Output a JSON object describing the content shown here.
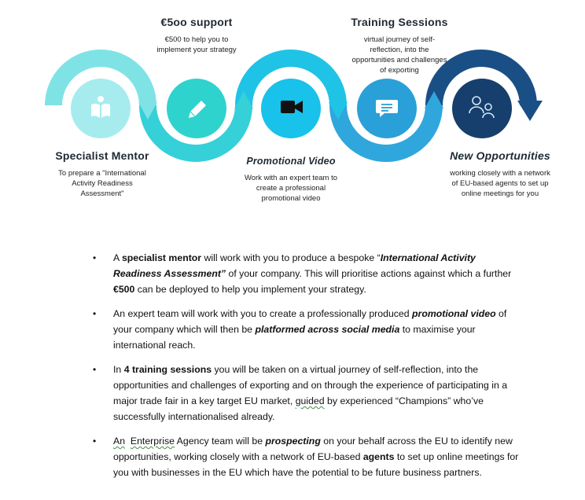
{
  "colors": {
    "c1": "#7fe3e6",
    "c2": "#35d0d8",
    "c3": "#1fc3e6",
    "c4": "#2fa7dc",
    "c5": "#1a4f86"
  },
  "steps": [
    {
      "title": "Specialist Mentor",
      "desc": [
        "To prepare a \"International",
        "Activity Readiness",
        "Assessment\""
      ],
      "icon": "book-icon"
    },
    {
      "title": "€5oo support",
      "desc": [
        "€500 to help you to",
        "implement your strategy"
      ],
      "icon": "pencil-icon"
    },
    {
      "title": "Promotional Video",
      "desc": [
        "Work with an expert team to",
        "create a professional",
        "promotional video"
      ],
      "icon": "video-camera-icon"
    },
    {
      "title": "Training Sessions",
      "desc": [
        "virtual journey of self-",
        "reflection, into the",
        "opportunities and challenges",
        "of exporting"
      ],
      "icon": "chat-icon"
    },
    {
      "title": "New Opportunities",
      "desc": [
        "working closely with a network",
        "of EU-based agents to set up",
        "online meetings for you"
      ],
      "icon": "people-icon"
    }
  ],
  "bullets": {
    "b1": {
      "t1": "A ",
      "t2": "specialist mentor",
      "t3": " will work with you to produce a bespoke “",
      "t4": "International Activity Readiness Assessment”",
      "t5": " of your company. This will prioritise actions against which a further ",
      "t6": "€500",
      "t7": "  can be deployed to help you implement your strategy."
    },
    "b2": {
      "t1": "An expert team will work with you to create a  professionally produced ",
      "t2": "promotional video",
      "t3": " of your company which will then be ",
      "t4": "platformed across social media",
      "t5": " to maximise your international reach."
    },
    "b3": {
      "t1": "In ",
      "t2": "4 training sessions",
      "t3": " you will be taken on a virtual journey of self-reflection, into the opportunities and challenges of exporting and on through the experience of participating in a major trade fair in a key target EU market, ",
      "t4": "guided",
      "t5": "  by experienced “Champions” who’ve successfully internationalised  already."
    },
    "b4": {
      "t1": "An",
      "t2": "Enterprise",
      "t3": " Agency team will be ",
      "t4": "prospecting",
      "t5": " on your behalf across the EU to identify new opportunities, working closely with a  network of EU-based ",
      "t6": "agents",
      "t7": " to set up online meetings for you with businesses in the EU which have the potential to be future business partners."
    }
  }
}
